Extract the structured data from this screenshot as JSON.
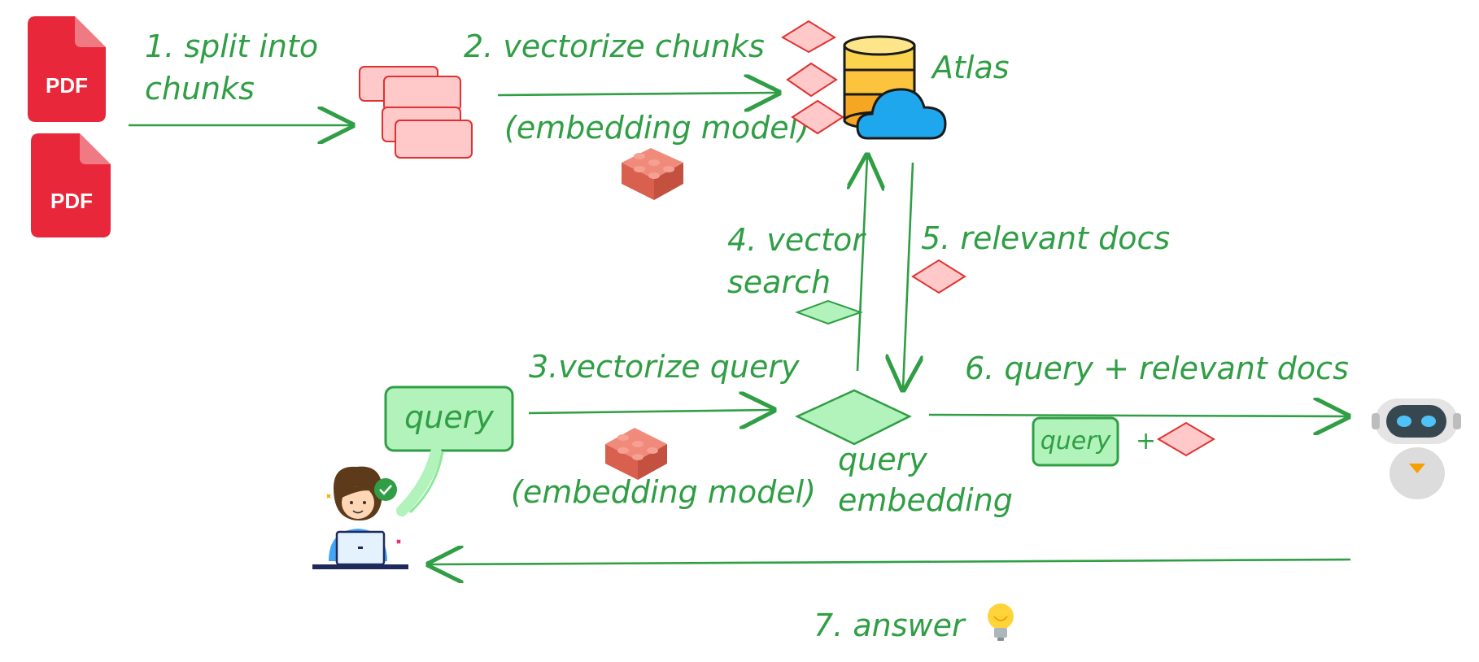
{
  "diagram": {
    "steps": {
      "split": [
        "1. split into",
        "chunks"
      ],
      "vectorize_chunks": "2. vectorize chunks",
      "embedding_model_top": "(embedding model)",
      "vectorize_query": "3.vectorize query",
      "embedding_model_bottom": "(embedding model)",
      "vector_search": [
        "4. vector",
        "search"
      ],
      "relevant_docs": "5. relevant docs",
      "query_plus_docs": "6. query + relevant docs",
      "answer": "7. answer"
    },
    "nodes": {
      "pdf_label": "PDF",
      "database": "Atlas",
      "query_box": "query",
      "query_small_box": "query",
      "plus": "+",
      "query_embedding": [
        "query",
        "embedding"
      ]
    },
    "colors": {
      "arrow": "#2f9e44",
      "chunk_fill": "#ffc9c9",
      "chunk_stroke": "#e03131",
      "query_fill": "#b2f2bb",
      "pdf_red": "#e8283a",
      "lego": "#e8705e"
    },
    "icons": [
      "pdf-icon",
      "database-cloud-icon",
      "lego-brick-icon",
      "user-laptop-icon",
      "robot-icon",
      "lightbulb-icon"
    ]
  }
}
